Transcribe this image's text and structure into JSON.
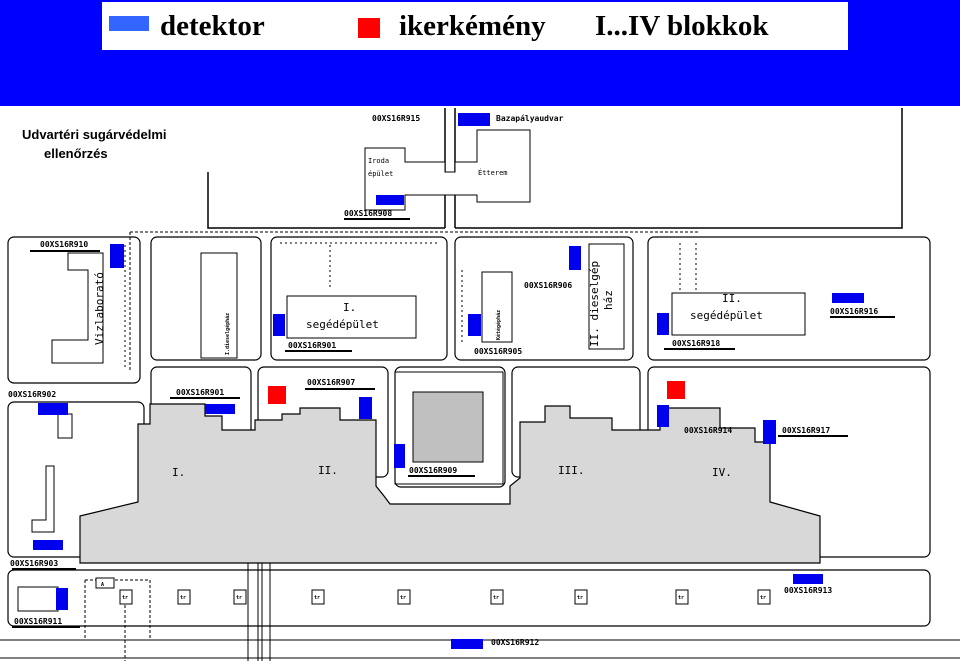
{
  "legend": {
    "detector_label": "detektor",
    "chimney_label": "ikerkémény",
    "blocks_label": "I...IV blokkok",
    "detector_color": "#3366ff",
    "chimney_color": "#ff0000"
  },
  "colors": {
    "banner": "#0000ff",
    "detector": "#0000ee",
    "chimney": "#ff0000",
    "block_fill": "#d8d8d8",
    "reactor_fill": "#c0c0c0"
  },
  "map": {
    "title_line1": "Udvartéri sugárvédelmi",
    "title_line2": "ellenőrzés",
    "buildings": {
      "iroda_line1": "Iroda",
      "iroda_line2": "épület",
      "etterem": "Étterem",
      "vizlaboratorium": "Vizlaborató",
      "diesel_1": "I.dieselgépház",
      "segedepulet_1_line1": "I.",
      "segedepulet_1_line2": "segédépület",
      "uzemepulet": "Kétégépház",
      "diesel_2_line1": "II. dieselgép",
      "diesel_2_line2": "ház",
      "segedepulet_2_line1": "II.",
      "segedepulet_2_line2": "segédépület",
      "vasut": "Bazapályaudvar",
      "gate": "A"
    },
    "blocks": [
      "I.",
      "II.",
      "III.",
      "IV."
    ],
    "detectors": {
      "d915": "00XS16R915",
      "d908": "00XS16R908",
      "d910": "00XS16R910",
      "d906": "00XS16R906",
      "d905": "00XS16R905",
      "d901b": "00XS16R901",
      "d916": "00XS16R916",
      "d918": "00XS16R918",
      "d902": "00XS16R902",
      "d901": "00XS16R901",
      "d907": "00XS16R907",
      "d909": "00XS16R909",
      "d914": "00XS16R914",
      "d917": "00XS16R917",
      "d903": "00XS16R903",
      "d913": "00XS16R913",
      "d911": "00XS16R911",
      "d912": "00XS16R912"
    },
    "tr_label": "tr"
  }
}
